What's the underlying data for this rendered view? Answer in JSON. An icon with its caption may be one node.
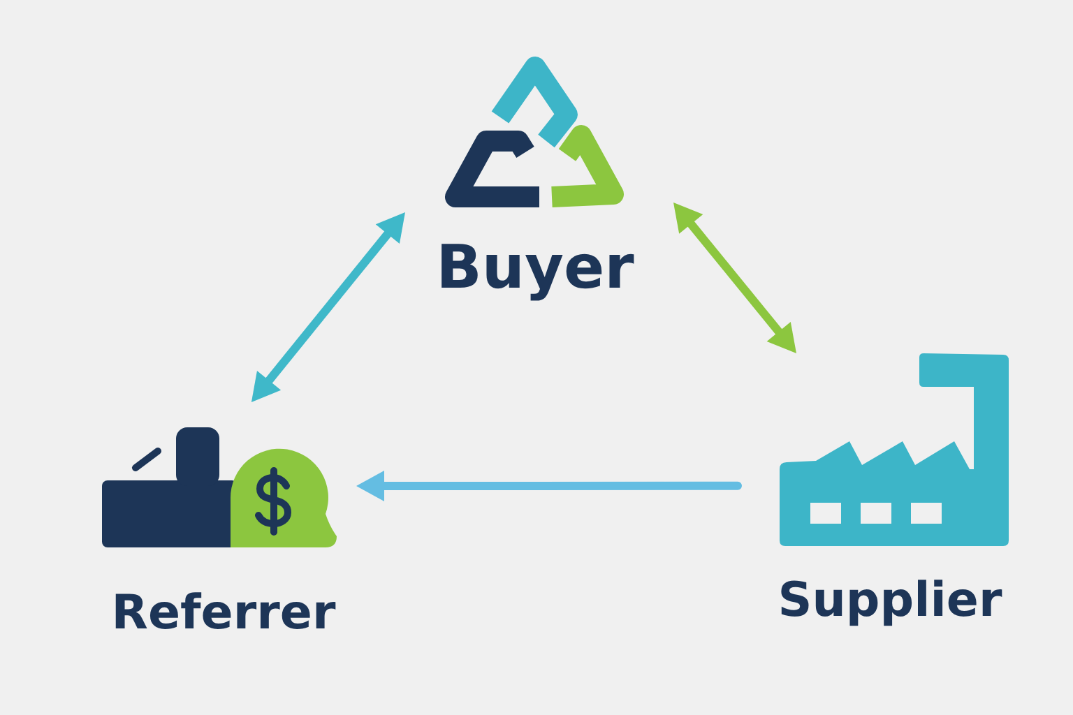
{
  "diagram": {
    "nodes": [
      {
        "text": [
          "Buyer"
        ]
      },
      {
        "text": [
          "Referrer"
        ]
      },
      {
        "text": [
          "Supplier"
        ]
      }
    ],
    "edges": [
      {
        "from": 0,
        "to": 1,
        "arrow": "both",
        "color": "#3fb8c9"
      },
      {
        "from": 0,
        "to": 2,
        "arrow": "both",
        "color": "#8cc63f"
      },
      {
        "from": 2,
        "to": 1,
        "arrow": "to",
        "color": "#64bde2"
      }
    ]
  }
}
